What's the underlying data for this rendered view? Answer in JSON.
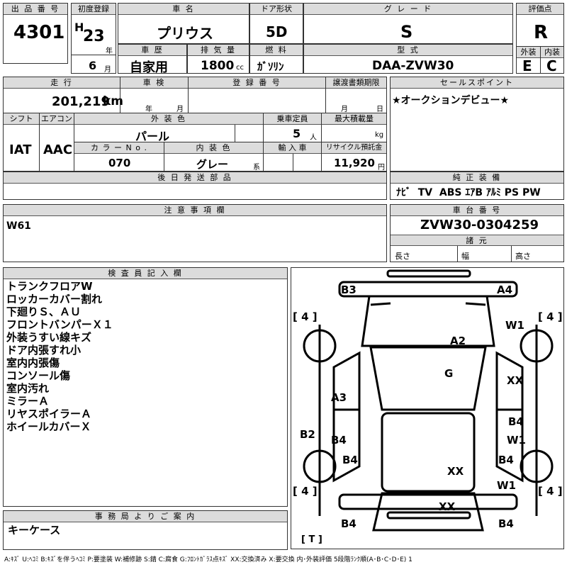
{
  "lot": {
    "label": "出 品 番 号",
    "value": "4301"
  },
  "first_reg": {
    "label": "初度登録",
    "era": "H",
    "year": "23",
    "year_unit": "年",
    "month": "6",
    "month_unit": "月"
  },
  "car_name": {
    "label": "車 名",
    "value": "プリウス"
  },
  "door": {
    "label": "ドア形状",
    "value": "5D"
  },
  "grade": {
    "label": "グ レ ー ド",
    "value": "S"
  },
  "score": {
    "label": "評価点",
    "value": "R"
  },
  "history": {
    "label": "車 歴",
    "value": "自家用"
  },
  "displacement": {
    "label": "排 気 量",
    "value": "1800",
    "unit": "cc"
  },
  "fuel": {
    "label": "燃 料",
    "value": "ｶﾞｿﾘﾝ"
  },
  "model": {
    "label": "型 式",
    "value": "DAA-ZVW30"
  },
  "exterior_grade": {
    "label": "外装",
    "value": "E"
  },
  "interior_grade": {
    "label": "内装",
    "value": "C"
  },
  "mileage": {
    "label": "走 行",
    "value": "201,219",
    "unit": "km"
  },
  "inspection": {
    "label": "車 検",
    "year_unit": "年",
    "month_unit": "月"
  },
  "reg_number": {
    "label": "登 録 番 号"
  },
  "transfer_deadline": {
    "label": "譲渡書類期限",
    "month_unit": "月",
    "day_unit": "日"
  },
  "sales_point": {
    "label": "セールスポイント",
    "value": "★オークションデビュー★"
  },
  "shift": {
    "label": "シフト",
    "value": "IAT"
  },
  "aircon": {
    "label": "エアコン",
    "value": "AAC"
  },
  "ext_color": {
    "label": "外 装 色",
    "value": "パール"
  },
  "capacity": {
    "label": "乗車定員",
    "value": "5",
    "unit": "人"
  },
  "max_load": {
    "label": "最大積載量",
    "unit": "kg"
  },
  "color_no": {
    "label": "カ ラ ー N o .",
    "value": "070"
  },
  "int_color": {
    "label": "内 装 色",
    "value": "グレー",
    "unit": "系"
  },
  "import": {
    "label": "輸 入 車"
  },
  "recycle": {
    "label": "リサイクル預託金",
    "value": "11,920",
    "unit": "円"
  },
  "later_parts": {
    "label": "後 日 発 送 部 品"
  },
  "equipment": {
    "label": "純 正 装 備",
    "value": "ﾅﾋﾞ  TV  ABS ｴｱB ｱﾙﾐ PS PW"
  },
  "cautions": {
    "label": "注 意 事 項 欄",
    "value": "W61"
  },
  "chassis": {
    "label": "車 台 番 号",
    "value": "ZVW30-0304259"
  },
  "specs": {
    "label": "諸 元",
    "length": "長さ",
    "width": "幅",
    "height": "高さ"
  },
  "inspector": {
    "label": "検 査 員 記 入 欄",
    "notes": [
      "トランクフロアW",
      "ロッカーカバー割れ",
      "下廻りＳ、ＡＵ",
      "フロントバンパーＸ１",
      "外装うすい線キズ",
      "ドア内張すれ小",
      "室内内張傷",
      "コンソール傷",
      "室内汚れ",
      "ミラーＡ",
      "リヤスポイラーＡ",
      "ホイールカバーＸ"
    ]
  },
  "office": {
    "label": "事 務 局 よ り ご 案 内",
    "value": "キーケース"
  },
  "diagram": {
    "tire_marks": [
      "[ 4 ]",
      "[ 4 ]",
      "[ 4 ]",
      "[ 4 ]",
      "[ T ]"
    ],
    "marks": [
      "B3",
      "A4",
      "W1",
      "A2",
      "G",
      "XX",
      "A3",
      "B4",
      "W1",
      "B2",
      "B4",
      "B4",
      "B4",
      "XX",
      "W1",
      "XX",
      "B4",
      "B4"
    ]
  },
  "legend": "A:ｷｽﾞ U:ﾍｺﾐ B:ｷｽﾞを伴うﾍｺﾐ P:要塗装 W:補修跡 S:錆 C:腐食 G:ﾌﾛﾝﾄｶﾞﾗｽ点ｷｽﾞ XX:交換済み X:要交換  内･外装評価 5段階ﾗﾝｸ順(A･B･C･D･E) 1"
}
